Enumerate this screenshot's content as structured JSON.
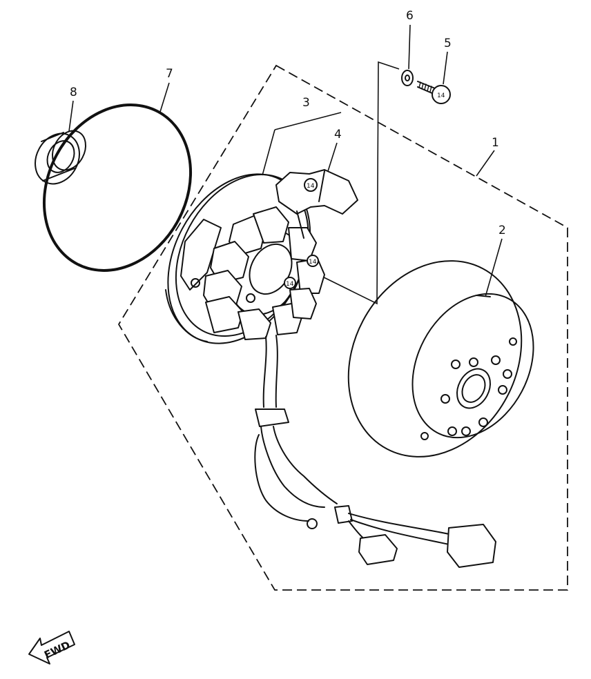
{
  "diagram": {
    "callouts": {
      "flywheel_assy": "1",
      "rotor": "2",
      "stator": "3",
      "pickup_coil": "4",
      "screw": "5",
      "washer": "6",
      "gasket": "7",
      "oil_seal": "8"
    },
    "direction_label": "FWD",
    "bolt_marks": {
      "screw": "14",
      "pickup": "14",
      "stator_bolt_1": "14",
      "stator_bolt_2": "14"
    }
  }
}
